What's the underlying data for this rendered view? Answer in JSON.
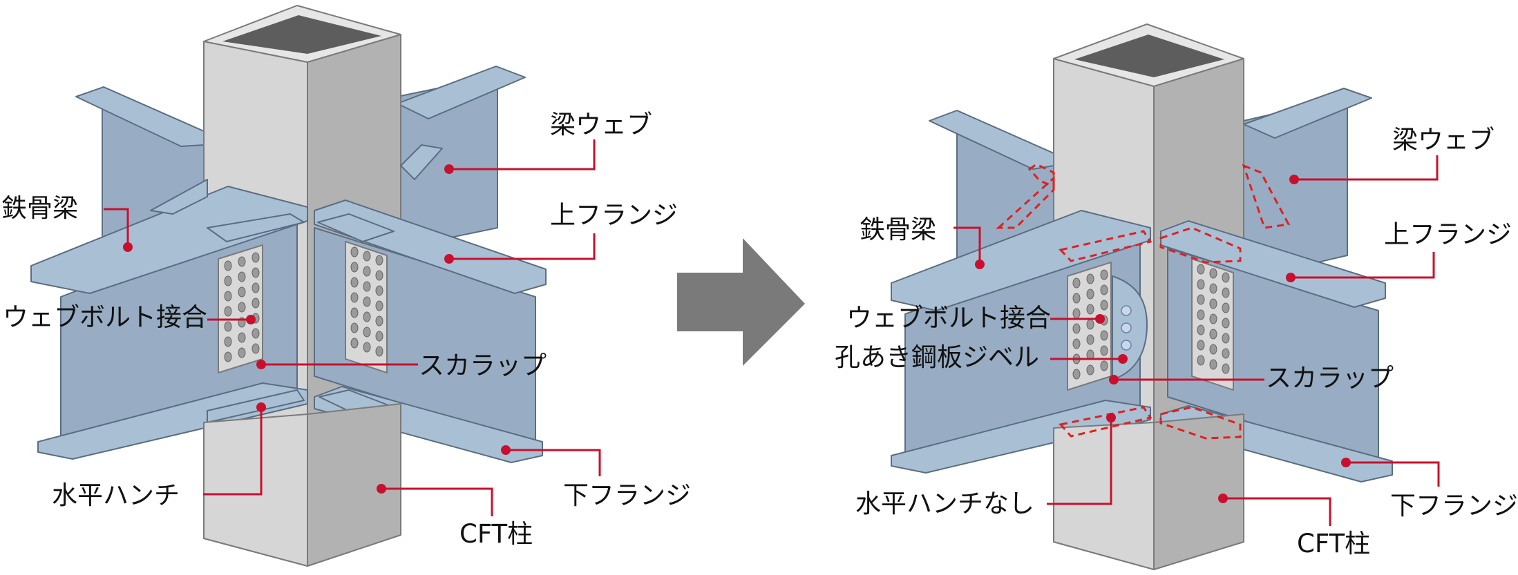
{
  "colors": {
    "leader": "#c8102e",
    "beam_top": "#a9bfd4",
    "beam_web": "#98adc4",
    "beam_dark": "#7f95ad",
    "column_front": "#d6d6d6",
    "column_side": "#b2b2b2",
    "column_top": "#e6e6e6",
    "column_hole": "#5d5d5d",
    "plate": "#d8d8d8",
    "arrow": "#7a7a7a",
    "dashed_outline": "#e02020"
  },
  "left_figure": {
    "labels": {
      "beam_web": "梁ウェブ",
      "steel_beam": "鉄骨梁",
      "upper_flange": "上フランジ",
      "web_bolt_joint": "ウェブボルト接合",
      "scallop": "スカラップ",
      "horizontal_haunch": "水平ハンチ",
      "lower_flange": "下フランジ",
      "cft_column": "CFT柱"
    }
  },
  "right_figure": {
    "labels": {
      "beam_web": "梁ウェブ",
      "steel_beam": "鉄骨梁",
      "upper_flange": "上フランジ",
      "web_bolt_joint": "ウェブボルト接合",
      "perfobond": "孔あき鋼板ジベル",
      "scallop": "スカラップ",
      "no_haunch": "水平ハンチなし",
      "lower_flange": "下フランジ",
      "cft_column": "CFT柱"
    }
  },
  "arrow_icon": "right-arrow-icon"
}
